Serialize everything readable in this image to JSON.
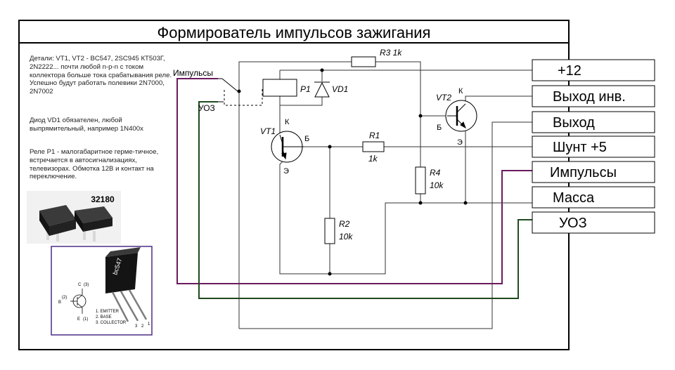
{
  "title": "Формирователь импульсов зажигания",
  "notes": {
    "parts": "Детали: VT1, VT2 - BC547, 2SC945 КТ503Г, 2N2222... почти любой n-p-n с током коллектора больше тока срабатывания реле. Успешно будут работать полевики 2N7000, 2N7002",
    "diode": "Диод VD1 обязателен, любой выпрямительный, например 1N400x",
    "relay": "Реле Р1 - малогабаритное герме-тичное, встречается в автосигнализациях, телевизорах. Обмотка 12В и контакт на переключение."
  },
  "relay_photo": {
    "label": "32180"
  },
  "transistor_pinout": {
    "marking": "bc547",
    "pins": [
      "1. EMITTER",
      "2. BASE",
      "3. COLLECTOR"
    ],
    "pin_numbers": [
      "1",
      "2",
      "3"
    ],
    "symbol_labels": {
      "c": "C",
      "c_num": "(3)",
      "b": "B",
      "b_num": "(2)",
      "e": "E",
      "e_num": "(1)"
    }
  },
  "switch_labels": {
    "pulses": "Импульсы",
    "uoz": "УОЗ"
  },
  "components": {
    "r3": "R3 1k",
    "p1": "P1",
    "vd1": "VD1",
    "vt1": "VT1",
    "vt1_k": "К",
    "vt1_b": "Б",
    "vt1_e": "Э",
    "r1": "R1",
    "r1_val": "1k",
    "r2": "R2",
    "r2_val": "10k",
    "r4": "R4",
    "r4_val": "10k",
    "vt2": "VT2",
    "vt2_k": "К",
    "vt2_b": "Б",
    "vt2_e": "Э"
  },
  "terminals": [
    "+12",
    "Выход инв.",
    "Выход",
    "Шунт +5",
    "Импульсы",
    "Масса",
    "УОЗ"
  ],
  "colors": {
    "pulses_wire": "#6b1a5e",
    "uoz_wire": "#1e4a1e",
    "frame": "#000000"
  }
}
